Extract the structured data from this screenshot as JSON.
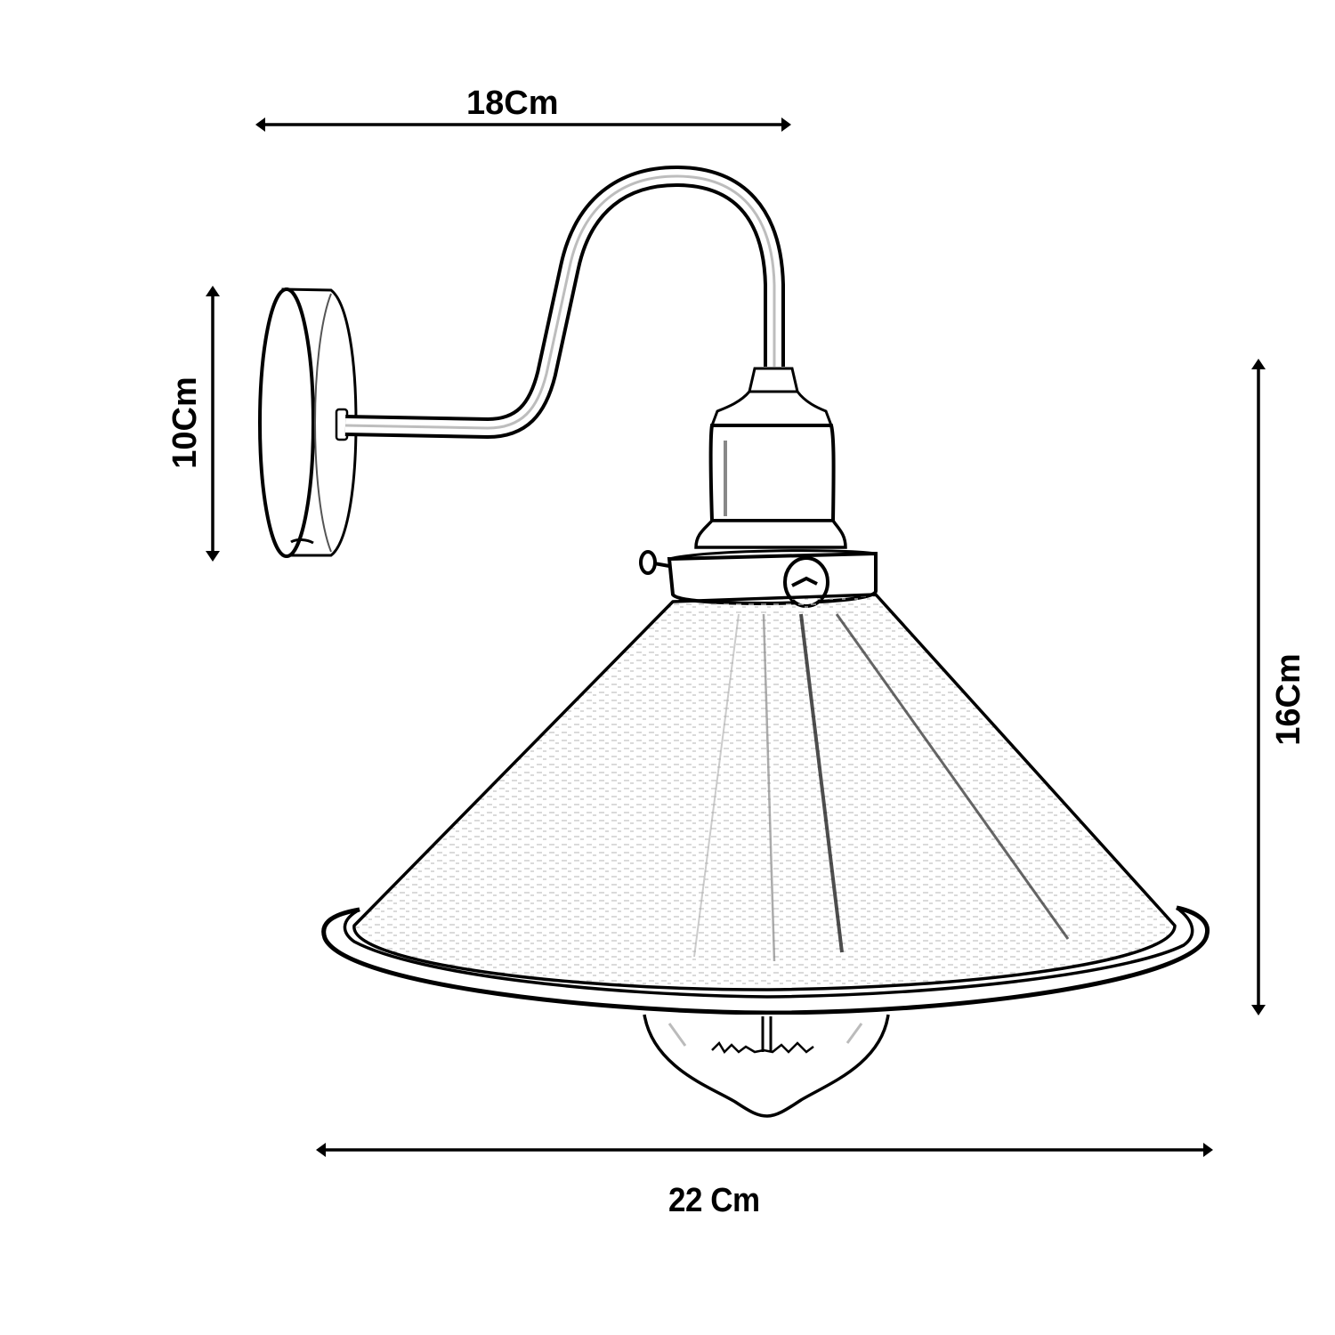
{
  "figure": {
    "subject": "Gooseneck wall lamp with cone shade and vintage bulb",
    "style": "black line drawing on white background",
    "colors": {
      "background": "#ffffff",
      "ink": "#000000",
      "shade_texture": "#9a9a9a"
    }
  },
  "dimensions": {
    "arm_reach": {
      "label": "18Cm",
      "orientation": "horizontal",
      "position": "top"
    },
    "back_plate_height": {
      "label": "10Cm",
      "orientation": "vertical",
      "position": "left"
    },
    "total_height": {
      "label": "16Cm",
      "orientation": "vertical",
      "position": "right"
    },
    "shade_diameter": {
      "label": "22 Cm",
      "orientation": "horizontal",
      "position": "bottom"
    }
  },
  "parts": [
    {
      "id": "back-plate",
      "name": "Round wall back plate"
    },
    {
      "id": "gooseneck-arm",
      "name": "Swan-neck arm"
    },
    {
      "id": "lamp-holder",
      "name": "Lamp holder / socket cup"
    },
    {
      "id": "shade-collar",
      "name": "Shade collar with thumb screws"
    },
    {
      "id": "cone-shade",
      "name": "Cone shade with rolled rim"
    },
    {
      "id": "bulb",
      "name": "Vintage filament bulb"
    }
  ]
}
